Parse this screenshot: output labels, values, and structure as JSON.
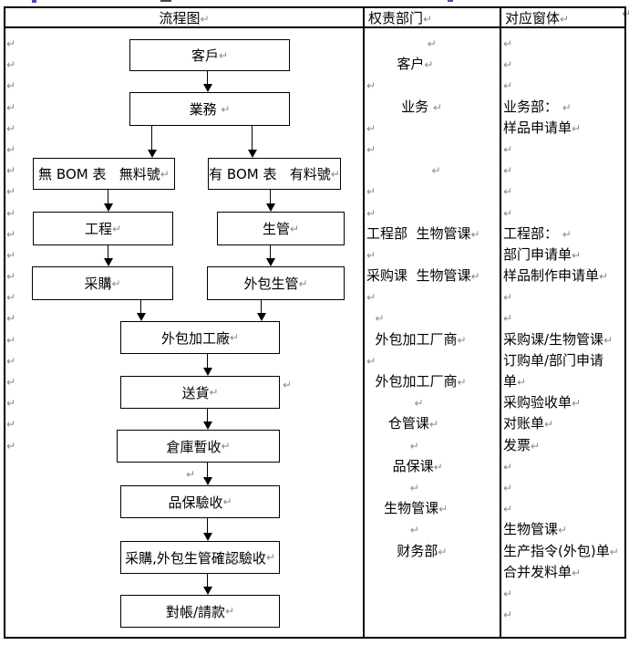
{
  "marks": {
    "pilcrow": "↵"
  },
  "header": {
    "flow_col": "流程图",
    "dept_col": "权责部门",
    "form_col": "对应窗体"
  },
  "flowchart": {
    "boxes": [
      {
        "label": "客戶"
      },
      {
        "label": "業務 "
      },
      {
        "label": "無 BOM 表   無料號"
      },
      {
        "label": "有 BOM 表   有料號"
      },
      {
        "label": "工程"
      },
      {
        "label": "生管"
      },
      {
        "label": "采購"
      },
      {
        "label": "外包生管"
      },
      {
        "label": "外包加工廠"
      },
      {
        "label": "送貨"
      },
      {
        "label": "倉庫暫收"
      },
      {
        "label": "品保驗收"
      },
      {
        "label": "采購,外包生管確認驗收"
      },
      {
        "label": "對帳/請款"
      }
    ],
    "margin_mark_count": 20
  },
  "departments": {
    "lines": [
      {
        "t": "              ",
        "m": true
      },
      {
        "t": "       客户",
        "m": true
      },
      {
        "t": "",
        "m": true
      },
      {
        "t": "        业务 ",
        "m": true
      },
      {
        "t": "",
        "m": true
      },
      {
        "t": "",
        "m": true
      },
      {
        "t": "               ",
        "m": true
      },
      {
        "t": "",
        "m": true
      },
      {
        "t": "",
        "m": true
      },
      {
        "t": "工程部  生物管课",
        "m": true
      },
      {
        "t": "",
        "m": true
      },
      {
        "t": "采购课  生物管课",
        "m": true
      },
      {
        "t": "",
        "m": true
      },
      {
        "t": "  ",
        "m": true
      },
      {
        "t": "  外包加工厂商",
        "m": true
      },
      {
        "t": "",
        "m": true
      },
      {
        "t": "  外包加工厂商",
        "m": true
      },
      {
        "t": "           ",
        "m": true
      },
      {
        "t": "     仓管课",
        "m": true
      },
      {
        "t": "          ",
        "m": true
      },
      {
        "t": "      品保课",
        "m": true
      },
      {
        "t": "          ",
        "m": true
      },
      {
        "t": "    生物管课",
        "m": true
      },
      {
        "t": "          ",
        "m": true
      },
      {
        "t": "       财务部",
        "m": true
      }
    ]
  },
  "forms": {
    "lines": [
      {
        "t": "",
        "m": true
      },
      {
        "t": "",
        "m": true
      },
      {
        "t": "",
        "m": true
      },
      {
        "t": "业务部： ",
        "m": true
      },
      {
        "t": "样品申请单",
        "m": true
      },
      {
        "t": "",
        "m": true
      },
      {
        "t": "",
        "m": true
      },
      {
        "t": "",
        "m": true
      },
      {
        "t": "",
        "m": true
      },
      {
        "t": "工程部： ",
        "m": true
      },
      {
        "t": "部门申请单",
        "m": true
      },
      {
        "t": "样品制作申请单",
        "m": true
      },
      {
        "t": "",
        "m": true
      },
      {
        "t": "",
        "m": true
      },
      {
        "t": "采购课/生物管课",
        "m": true
      },
      {
        "t": "订购单/部门申请",
        "m": false
      },
      {
        "t": "单",
        "m": true
      },
      {
        "t": "采购验收单",
        "m": true
      },
      {
        "t": "对账单",
        "m": true
      },
      {
        "t": "发票",
        "m": true
      },
      {
        "t": "",
        "m": true
      },
      {
        "t": "",
        "m": true
      },
      {
        "t": "",
        "m": true
      },
      {
        "t": "生物管课",
        "m": true
      },
      {
        "t": "生产指令(外包)单",
        "m": true
      },
      {
        "t": "合并发料单",
        "m": true
      },
      {
        "t": "",
        "m": true
      },
      {
        "t": "",
        "m": true
      }
    ]
  }
}
